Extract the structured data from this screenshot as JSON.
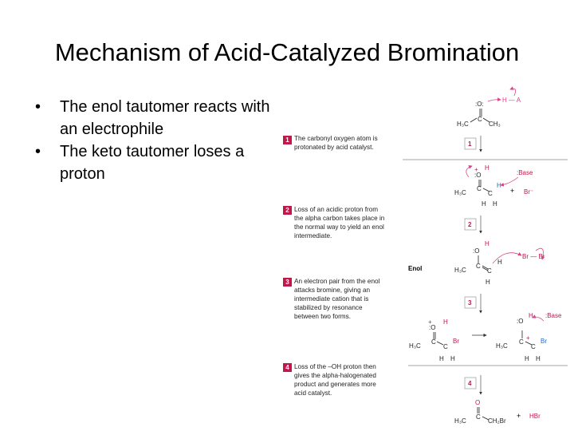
{
  "slide": {
    "title": "Mechanism of Acid-Catalyzed Bromination",
    "bullets": [
      "The enol tautomer reacts with an electrophile",
      "The keto tautomer loses a proton"
    ]
  },
  "steps": [
    {
      "num": "1",
      "text": "The carbonyl oxygen atom is protonated by acid catalyst."
    },
    {
      "num": "2",
      "text": "Loss of an acidic proton from the alpha carbon takes place in the normal way to yield an enol intermediate."
    },
    {
      "num": "3",
      "text": "An electron pair from the enol attacks bromine, giving an intermediate cation that is stabilized by resonance between two forms."
    },
    {
      "num": "4",
      "text": "Loss of the –OH proton then gives the alpha-halogenated product and generates more acid catalyst."
    }
  ],
  "labels": {
    "enol": "Enol",
    "base1": ":Base",
    "base2": ":Base",
    "hbr": "HBr",
    "br_minus": "Br⁻",
    "plus": "+"
  },
  "colors": {
    "accent": "#c0184a",
    "arrow": "#e0408a"
  }
}
